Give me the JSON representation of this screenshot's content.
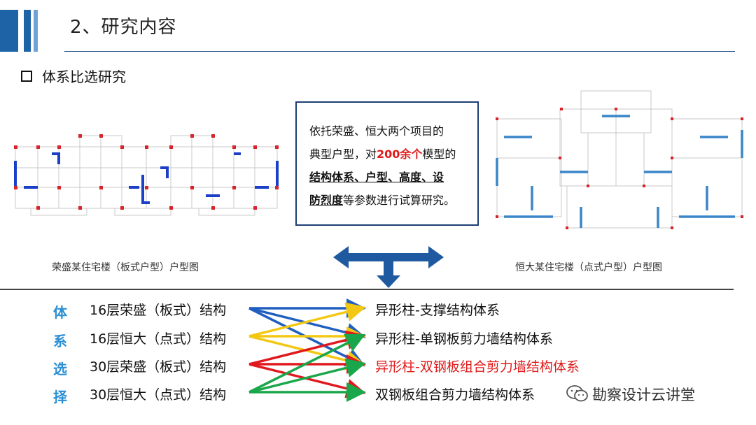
{
  "header": {
    "title": "2、研究内容"
  },
  "section": {
    "title": "体系比选研究"
  },
  "callout": {
    "line1": "依托荣盛、恒大两个项目的",
    "line2a": "典型户型，对",
    "line2b": "200余个",
    "line2c": "模型的",
    "line3": "结构体系、户型、高度、设",
    "line4a": "防烈度",
    "line4b": "等参数进行试算研究。"
  },
  "captions": {
    "left": "荣盛某住宅楼（板式户型）户型图",
    "right": "恒大某住宅楼（点式户型）户型图"
  },
  "side_label": [
    "体",
    "系",
    "选",
    "择"
  ],
  "sources": [
    "16层荣盛（板式）结构",
    "16层恒大（点式）结构",
    "30层荣盛（板式）结构",
    "30层恒大（点式）结构"
  ],
  "targets": [
    "异形柱-支撑结构体系",
    "异形柱-单钢板剪力墙结构体系",
    "异形柱-双钢板组合剪力墙结构体系",
    "双钢板组合剪力墙结构体系"
  ],
  "watermark": "勘察设计云讲堂",
  "colors": {
    "accent": "#1e63a6",
    "highlight": "#e01a1a",
    "blue": "#1f5fbf",
    "yellow": "#f2c813",
    "red": "#e0191e",
    "green": "#1aa64a"
  }
}
